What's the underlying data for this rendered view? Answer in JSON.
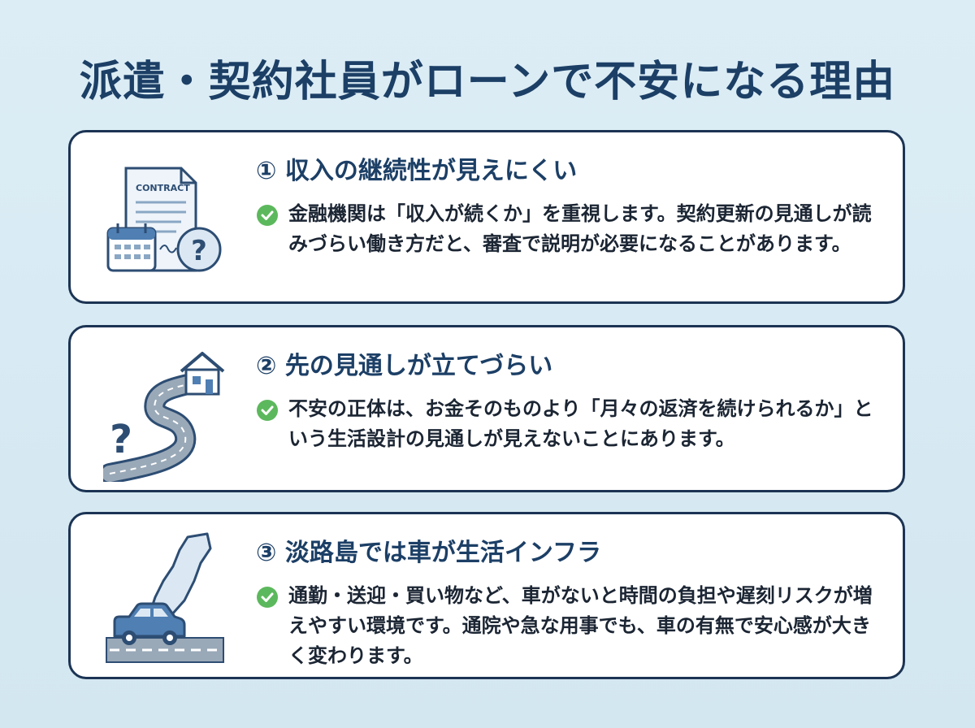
{
  "page": {
    "title": "派遣・契約社員がローンで不安になる理由"
  },
  "cards": [
    {
      "heading": "① 収入の継続性が見えにくい",
      "body": "金融機関は「収入が続くか」を重視します。契約更新の見通しが読みづらい働き方だと、審査で説明が必要になることがあります。",
      "icon": "contract-calendar-question-icon",
      "icon_label": "CONTRACT"
    },
    {
      "heading": "② 先の見通しが立てづらい",
      "body": "不安の正体は、お金そのものより「月々の返済を続けられるか」という生活設計の見通しが見えないことにあります。",
      "icon": "winding-road-house-question-icon"
    },
    {
      "heading": "③ 淡路島では車が生活インフラ",
      "body": "通勤・送迎・買い物など、車がないと時間の負担や遅刻リスクが増えやすい環境です。通院や急な用事でも、車の有無で安心感が大きく変わります。",
      "icon": "island-car-road-icon"
    }
  ],
  "colors": {
    "title": "#1c3f66",
    "card_border": "#1c3454",
    "check": "#5cb85c",
    "icon_blue": "#4f7fb3",
    "icon_light": "#dbe8f3"
  }
}
